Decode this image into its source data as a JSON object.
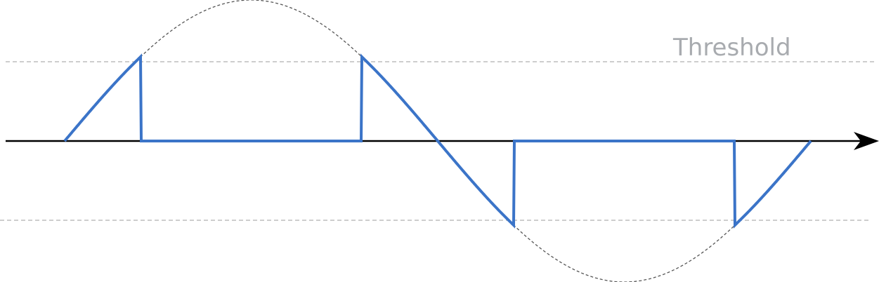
{
  "labels": {
    "threshold": "Threshold"
  },
  "colors": {
    "background": "#ffffff",
    "signal": "#3b74c8",
    "sine_reference": "#555555",
    "threshold_line": "#bdbdbd",
    "threshold_label": "#a8abaf",
    "axis": "#000000"
  },
  "waveform": {
    "description_type": "sine wave clipped by symmetric threshold",
    "threshold_level": 0.6,
    "periods_shown": 1
  }
}
